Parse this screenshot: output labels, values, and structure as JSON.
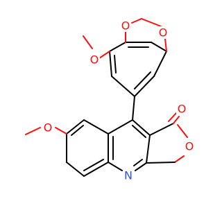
{
  "molecule": {
    "atoms": {
      "o_methoxy_top": {
        "label": "O",
        "color": "#ff0d0d"
      },
      "o_dioxole_upper": {
        "label": "O",
        "color": "#ff0d0d"
      },
      "o_dioxole_right": {
        "label": "O",
        "color": "#ff0d0d"
      },
      "o_carbonyl": {
        "label": "O",
        "color": "#ff0d0d"
      },
      "o_methoxy_left": {
        "label": "O",
        "color": "#ff0d0d"
      },
      "o_lactone": {
        "label": "O",
        "color": "#ff0d0d"
      },
      "n_quinoline": {
        "label": "N",
        "color": "#3050f8"
      }
    },
    "colors": {
      "bond": "#000000",
      "oxygen": "#ff0d0d",
      "nitrogen": "#3050f8"
    }
  }
}
